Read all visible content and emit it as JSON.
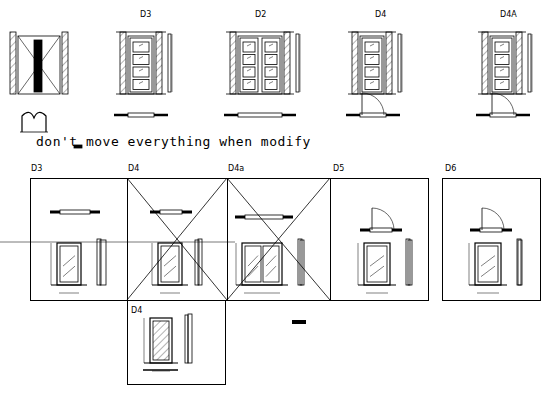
{
  "diagram": {
    "nodes": [
      {
        "text": [
          "D3"
        ]
      },
      {
        "text": [
          "D4"
        ]
      },
      {
        "text": [
          "D4a"
        ]
      },
      {
        "text": [
          "D5"
        ]
      },
      {
        "text": [
          "D6"
        ]
      },
      {
        "text": [
          "D4"
        ]
      }
    ],
    "labels": [
      "D3",
      "D2",
      "D4",
      "D4A",
      "don't move everything when modify"
    ]
  }
}
